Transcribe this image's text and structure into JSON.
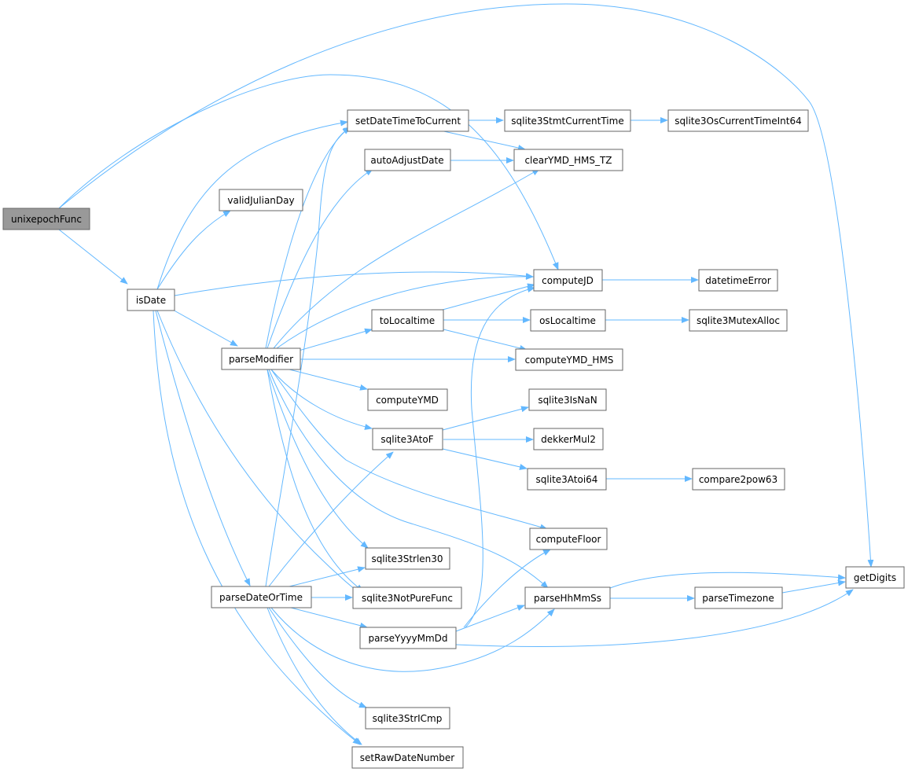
{
  "graph": {
    "colors": {
      "edge": "#63b8ff",
      "node_border": "#666666",
      "node_fill": "#ffffff",
      "root_fill": "#999999",
      "background": "#ffffff"
    },
    "nodes": {
      "unixepochFunc": "unixepochFunc",
      "isDate": "isDate",
      "validJulianDay": "validJulianDay",
      "parseModifier": "parseModifier",
      "parseDateOrTime": "parseDateOrTime",
      "setDateTimeToCurrent": "setDateTimeToCurrent",
      "autoAdjustDate": "autoAdjustDate",
      "sqlite3StmtCurrentTime": "sqlite3StmtCurrentTime",
      "sqlite3OsCurrentTimeInt64": "sqlite3OsCurrentTimeInt64",
      "clearYMD_HMS_TZ": "clearYMD_HMS_TZ",
      "computeJD": "computeJD",
      "datetimeError": "datetimeError",
      "toLocaltime": "toLocaltime",
      "osLocaltime": "osLocaltime",
      "sqlite3MutexAlloc": "sqlite3MutexAlloc",
      "computeYMD_HMS": "computeYMD_HMS",
      "computeYMD": "computeYMD",
      "sqlite3AtoF": "sqlite3AtoF",
      "sqlite3IsNaN": "sqlite3IsNaN",
      "dekkerMul2": "dekkerMul2",
      "sqlite3Atoi64": "sqlite3Atoi64",
      "compare2pow63": "compare2pow63",
      "computeFloor": "computeFloor",
      "sqlite3Strlen30": "sqlite3Strlen30",
      "sqlite3NotPureFunc": "sqlite3NotPureFunc",
      "parseYyyyMmDd": "parseYyyyMmDd",
      "parseHhMmSs": "parseHhMmSs",
      "parseTimezone": "parseTimezone",
      "getDigits": "getDigits",
      "sqlite3StrICmp": "sqlite3StrICmp",
      "setRawDateNumber": "setRawDateNumber"
    }
  }
}
